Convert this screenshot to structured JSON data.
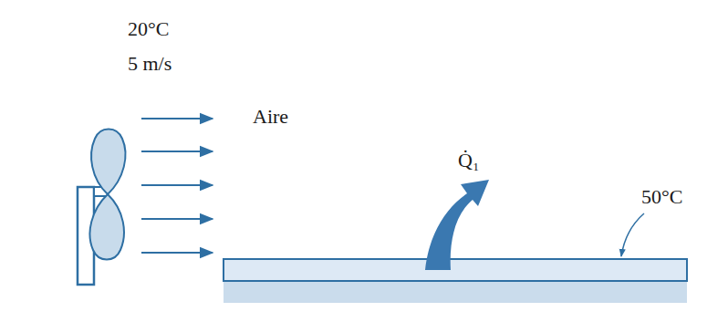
{
  "diagram": {
    "labels": [
      "20°C",
      "5 m/s",
      "Aire",
      "Q̇₁",
      "50°C"
    ]
  }
}
